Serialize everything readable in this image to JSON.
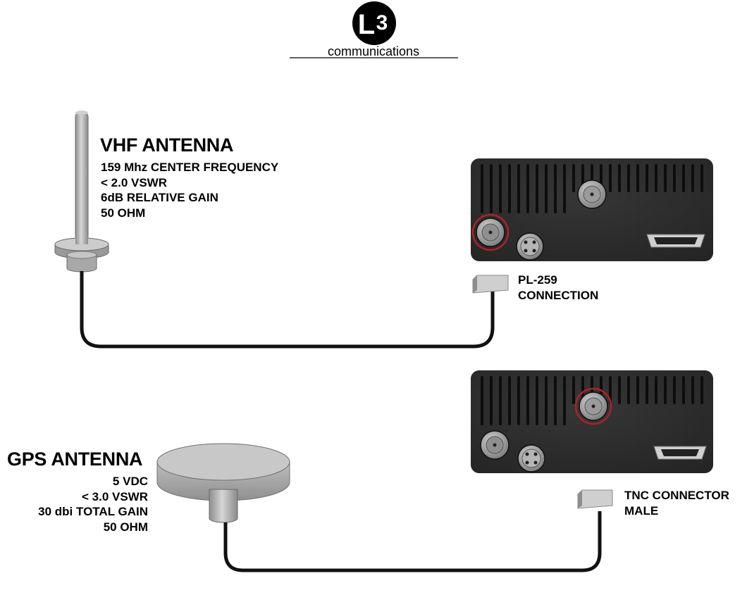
{
  "logo": {
    "mark": "L3",
    "wordmark": "communications"
  },
  "vhf": {
    "title": "VHF ANTENNA",
    "specs": [
      "159 Mhz CENTER FREQUENCY",
      "< 2.0 VSWR",
      "6dB RELATIVE GAIN",
      "50 OHM"
    ],
    "connector_label": [
      "PL-259",
      "CONNECTION"
    ]
  },
  "gps": {
    "title": "GPS ANTENNA",
    "specs": [
      "5 VDC",
      "< 3.0 VSWR",
      "30 dbi TOTAL GAIN",
      "50 OHM"
    ],
    "connector_label": [
      "TNC CONNECTOR",
      "MALE"
    ]
  },
  "colors": {
    "panel": "#2b2b2b",
    "highlight_ring": "#b0202a",
    "antenna_gray": "#c4c4c4",
    "cable": "#111111"
  }
}
